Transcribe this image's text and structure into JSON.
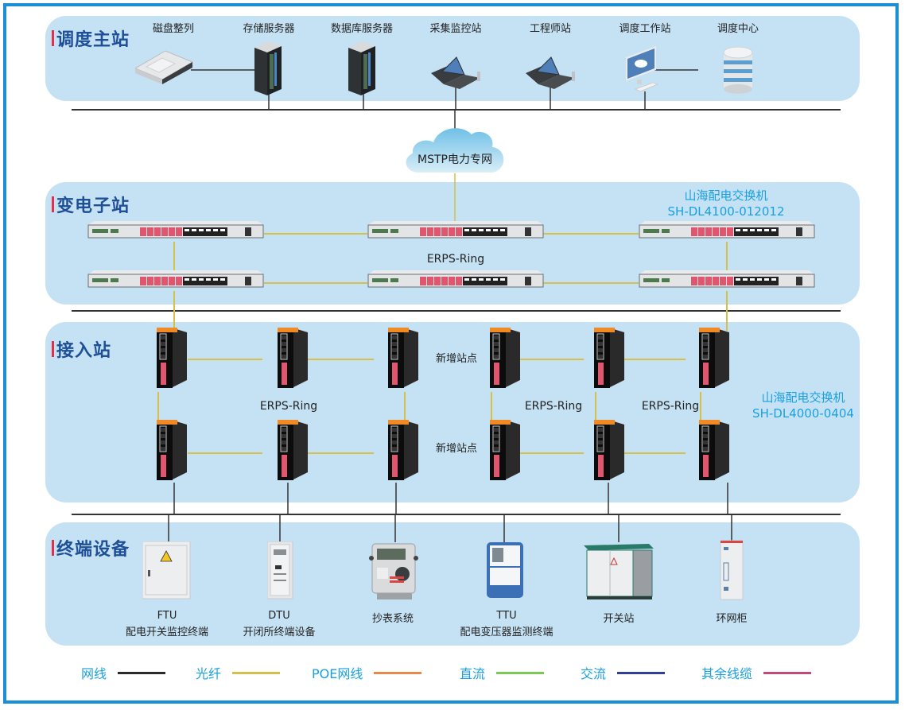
{
  "zones": {
    "master": {
      "title": "调度主站"
    },
    "substation": {
      "title": "变电子站"
    },
    "access": {
      "title": "接入站"
    },
    "terminal": {
      "title": "终端设备"
    }
  },
  "master_devices": [
    {
      "label": "磁盘整列",
      "icon": "disk-array-icon"
    },
    {
      "label": "存储服务器",
      "icon": "storage-server-icon"
    },
    {
      "label": "数据库服务器",
      "icon": "database-server-icon"
    },
    {
      "label": "采集监控站",
      "icon": "rack-console-icon"
    },
    {
      "label": "工程师站",
      "icon": "rack-console-icon"
    },
    {
      "label": "调度工作站",
      "icon": "monitor-workstation-icon"
    },
    {
      "label": "调度中心",
      "icon": "database-icon"
    }
  ],
  "cloud": {
    "label": "MSTP电力专网"
  },
  "substation": {
    "ring_label": "ERPS-Ring",
    "switch_name": "山海配电交换机",
    "switch_model": "SH-DL4100-012012"
  },
  "access": {
    "ring_labels": [
      "ERPS-Ring",
      "ERPS-Ring",
      "ERPS-Ring"
    ],
    "new_site_labels": [
      "新增站点",
      "新增站点"
    ],
    "switch_name": "山海配电交换机",
    "switch_model": "SH-DL4000-0404"
  },
  "terminals": [
    {
      "line1": "FTU",
      "line2": "配电开关监控终端",
      "icon": "distribution-box-icon"
    },
    {
      "line1": "DTU",
      "line2": "开闭所终端设备",
      "icon": "cabinet-terminal-icon"
    },
    {
      "line1": "抄表系统",
      "line2": "",
      "icon": "electric-meter-icon"
    },
    {
      "line1": "TTU",
      "line2": "配电变压器监测终端",
      "icon": "transformer-monitor-icon"
    },
    {
      "line1": "开关站",
      "line2": "",
      "icon": "switching-station-icon"
    },
    {
      "line1": "环网柜",
      "line2": "",
      "icon": "ring-main-unit-icon"
    }
  ],
  "legend": [
    {
      "label": "网线",
      "color": "#2b2b2b"
    },
    {
      "label": "光纤",
      "color": "#d4c04a"
    },
    {
      "label": "POE网线",
      "color": "#e8894a"
    },
    {
      "label": "直流",
      "color": "#7cc855"
    },
    {
      "label": "交流",
      "color": "#2f3f9a"
    },
    {
      "label": "其余线缆",
      "color": "#c24a7a"
    }
  ],
  "colors": {
    "frame": "#1a8fd6",
    "zone_bg": "#c5e2f4",
    "title": "#1f4f96",
    "accent_bar": "#e0304a",
    "highlight_text": "#1aa0e0"
  }
}
